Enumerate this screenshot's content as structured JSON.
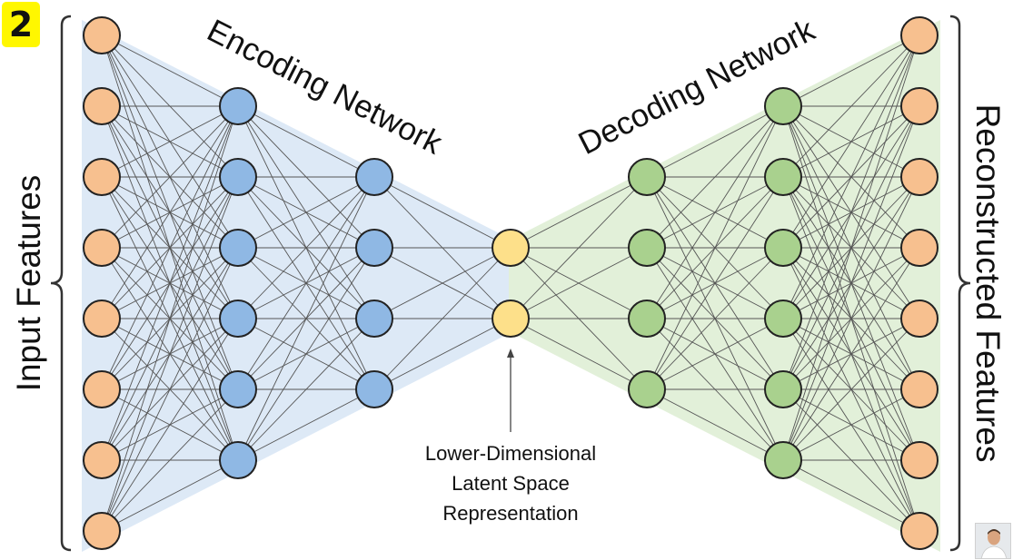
{
  "badge": "2",
  "labels": {
    "input": "Input Features",
    "output": "Reconstructed Features",
    "encoder": "Encoding Network",
    "decoder": "Decoding Network",
    "latent_line1": "Lower-Dimensional",
    "latent_line2": "Latent Space",
    "latent_line3": "Representation"
  },
  "layers": [
    {
      "name": "input",
      "count": 8,
      "color": "#f7c08f"
    },
    {
      "name": "encoder-hidden-1",
      "count": 6,
      "color": "#8fb8e4"
    },
    {
      "name": "encoder-hidden-2",
      "count": 4,
      "color": "#8fb8e4"
    },
    {
      "name": "latent",
      "count": 2,
      "color": "#fde08a"
    },
    {
      "name": "decoder-hidden-1",
      "count": 4,
      "color": "#a9d18e"
    },
    {
      "name": "decoder-hidden-2",
      "count": 6,
      "color": "#a9d18e"
    },
    {
      "name": "output",
      "count": 8,
      "color": "#f7c08f"
    }
  ],
  "colors": {
    "encoder_region": "#dde9f6",
    "decoder_region": "#e2f0d9",
    "edge": "#555555",
    "node_stroke": "#222222",
    "badge_bg": "#fff700"
  },
  "presenter_icon": "presenter-avatar-icon"
}
